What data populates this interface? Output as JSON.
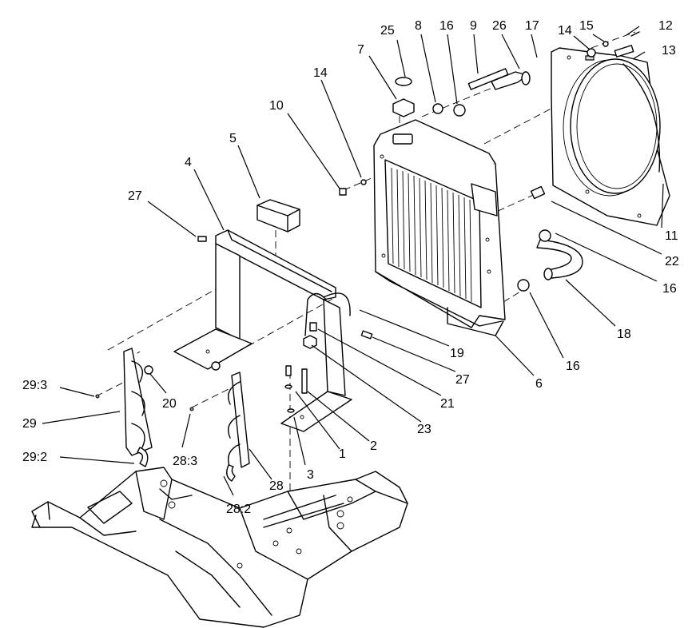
{
  "callouts": [
    {
      "text": "25"
    },
    {
      "text": "8"
    },
    {
      "text": "16"
    },
    {
      "text": "9"
    },
    {
      "text": "26"
    },
    {
      "text": "17"
    },
    {
      "text": "14"
    },
    {
      "text": "15"
    },
    {
      "text": "12"
    },
    {
      "text": "13"
    },
    {
      "text": "7"
    },
    {
      "text": "14"
    },
    {
      "text": "10"
    },
    {
      "text": "5"
    },
    {
      "text": "4"
    },
    {
      "text": "27"
    },
    {
      "text": "11"
    },
    {
      "text": "22"
    },
    {
      "text": "16"
    },
    {
      "text": "18"
    },
    {
      "text": "19"
    },
    {
      "text": "16"
    },
    {
      "text": "27"
    },
    {
      "text": "6"
    },
    {
      "text": "21"
    },
    {
      "text": "23"
    },
    {
      "text": "29:3"
    },
    {
      "text": "20"
    },
    {
      "text": "29"
    },
    {
      "text": "2"
    },
    {
      "text": "1"
    },
    {
      "text": "29:2"
    },
    {
      "text": "28:3"
    },
    {
      "text": "3"
    },
    {
      "text": "28"
    },
    {
      "text": "28:2"
    }
  ]
}
